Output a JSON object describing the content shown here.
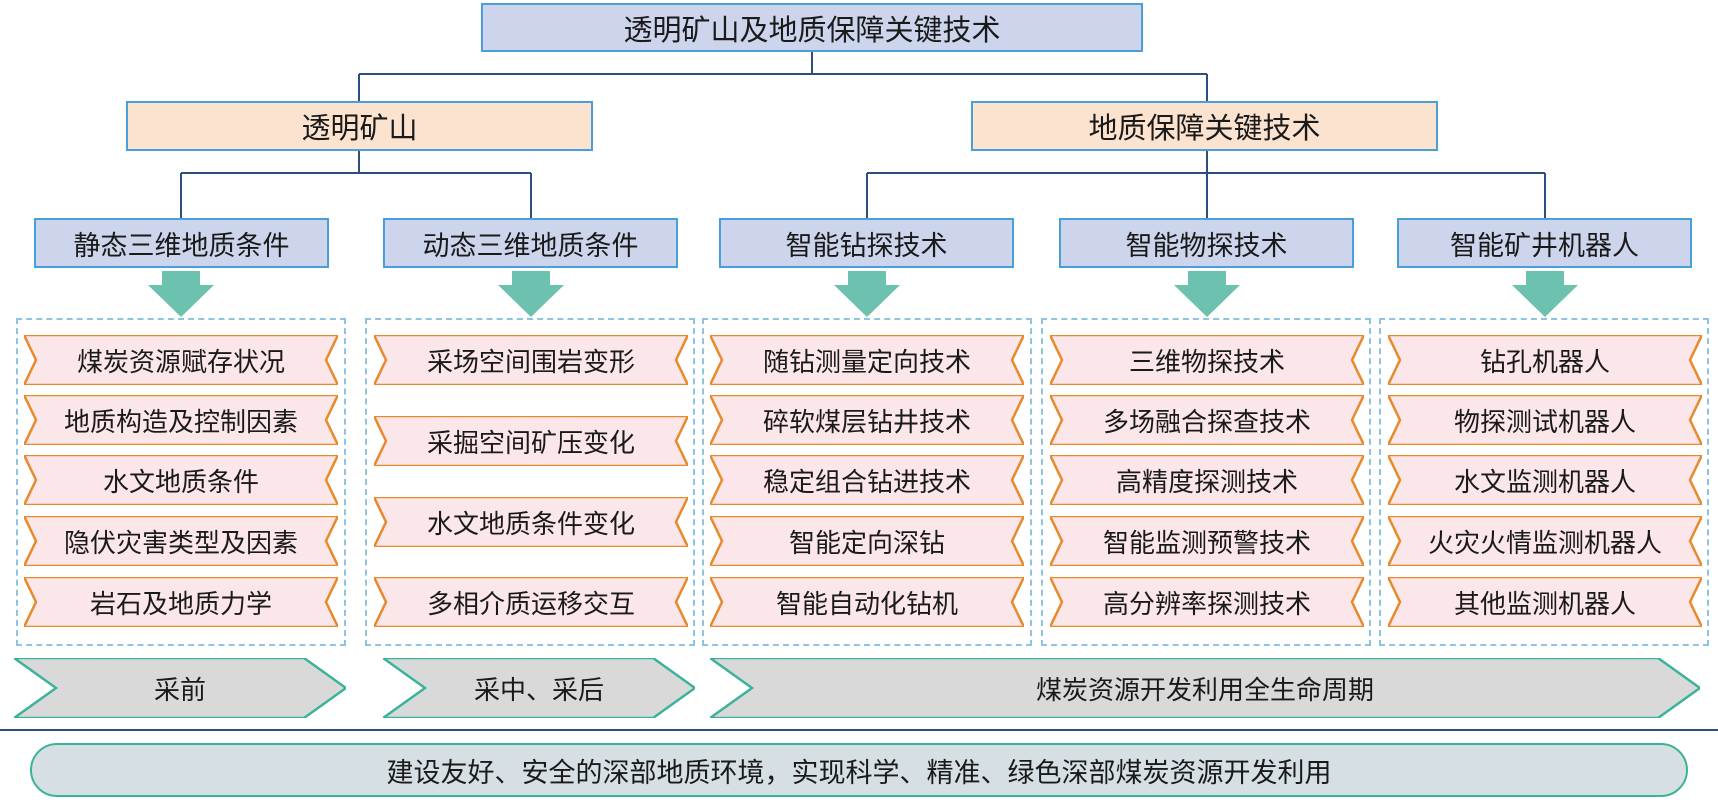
{
  "title": "透明矿山及地质保障关键技术",
  "branches": {
    "left": "透明矿山",
    "right": "地质保障关键技术"
  },
  "categories": [
    {
      "label": "静态三维地质条件",
      "items": [
        "煤炭资源赋存状况",
        "地质构造及控制因素",
        "水文地质条件",
        "隐伏灾害类型及因素",
        "岩石及地质力学"
      ]
    },
    {
      "label": "动态三维地质条件",
      "items": [
        "采场空间围岩变形",
        "采掘空间矿压变化",
        "水文地质条件变化",
        "多相介质运移交互"
      ]
    },
    {
      "label": "智能钻探技术",
      "items": [
        "随钻测量定向技术",
        "碎软煤层钻井技术",
        "稳定组合钻进技术",
        "智能定向深钻",
        "智能自动化钻机"
      ]
    },
    {
      "label": "智能物探技术",
      "items": [
        "三维物探技术",
        "多场融合探查技术",
        "高精度探测技术",
        "智能监测预警技术",
        "高分辨率探测技术"
      ]
    },
    {
      "label": "智能矿井机器人",
      "items": [
        "钻孔机器人",
        "物探测试机器人",
        "水文监测机器人",
        "火灾火情监测机器人",
        "其他监测机器人"
      ]
    }
  ],
  "phases": [
    "采前",
    "采中、采后",
    "煤炭资源开发利用全生命周期"
  ],
  "goal": "建设友好、安全的深部地质环境，实现科学、精准、绿色深部煤炭资源开发利用",
  "colors": {
    "blue_fill": "#cdd5ec",
    "orange_fill": "#fbe3cf",
    "box_border": "#4a9fd8",
    "tag_fill": "#fbe6ea",
    "tag_border": "#e8892b",
    "arrow": "#6cc2ae",
    "chevron_fill": "#d9d9d9",
    "chevron_border": "#3bb39a",
    "line": "#2e4f7e"
  }
}
